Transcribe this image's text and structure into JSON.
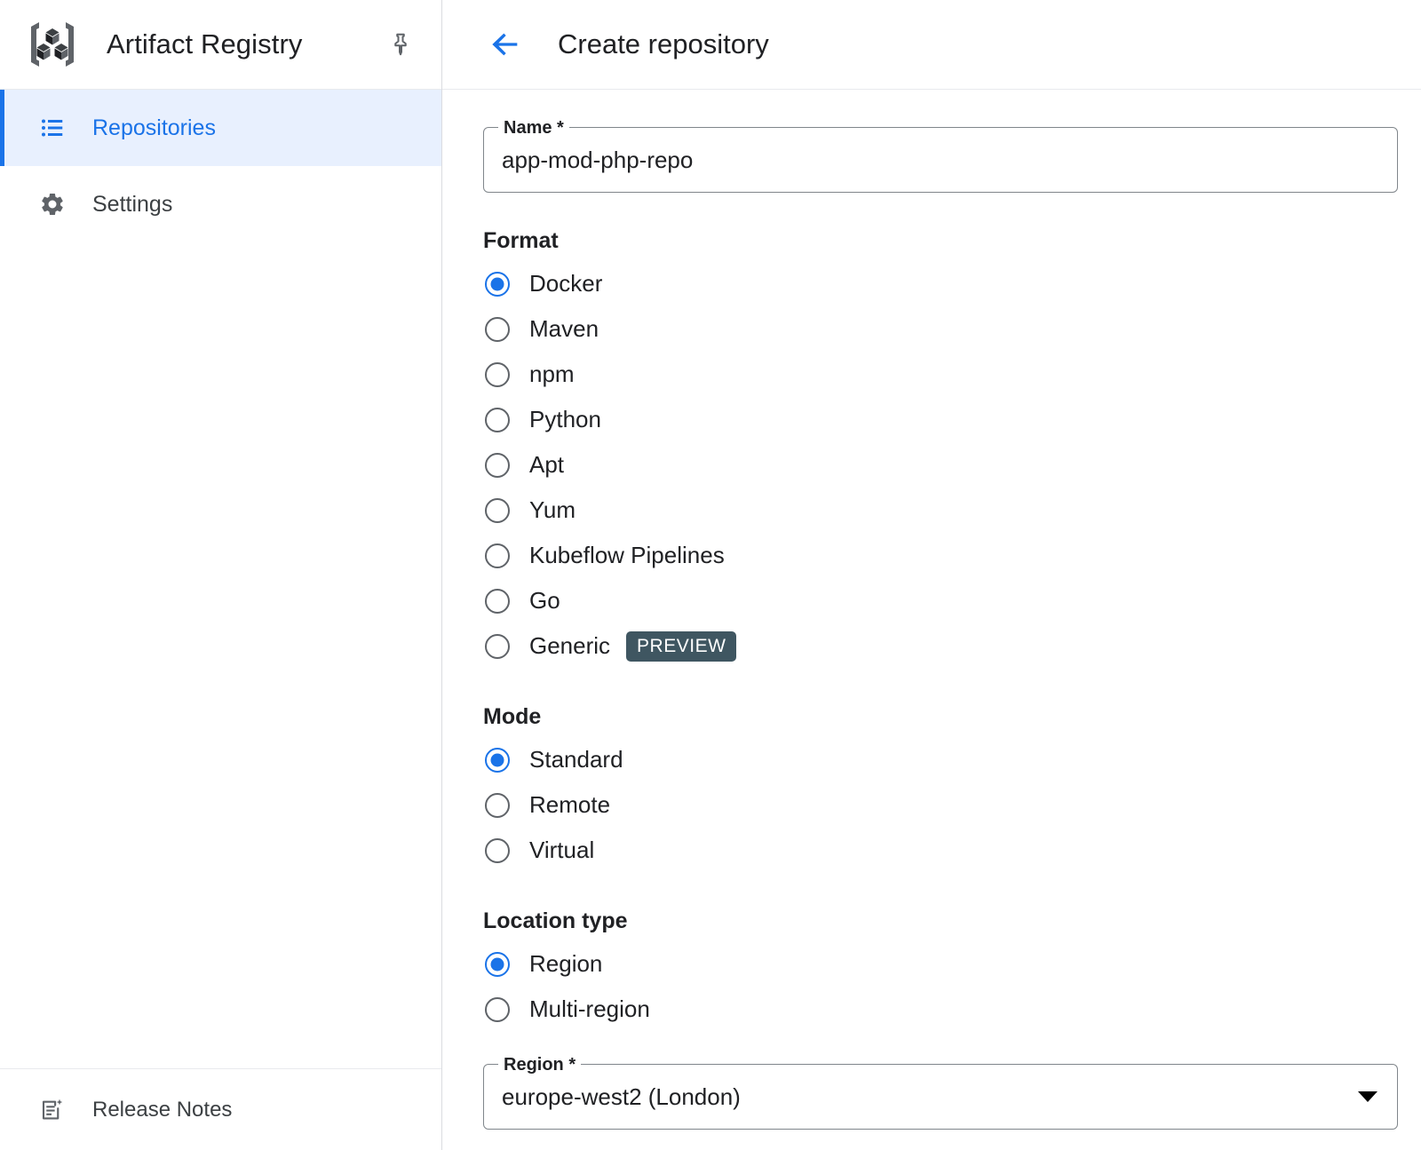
{
  "sidebar": {
    "logo_icon": "artifact-registry-logo-icon",
    "app_title": "Artifact Registry",
    "pin_icon": "pin-icon",
    "items": [
      {
        "label": "Repositories",
        "icon": "list-icon",
        "active": true
      },
      {
        "label": "Settings",
        "icon": "gear-icon",
        "active": false
      }
    ],
    "footer": {
      "label": "Release Notes",
      "icon": "release-notes-icon"
    }
  },
  "content": {
    "back_icon": "back-arrow-icon",
    "page_title": "Create repository",
    "name_field": {
      "label": "Name *",
      "value": "app-mod-php-repo",
      "placeholder": ""
    },
    "format": {
      "title": "Format",
      "selected": "Docker",
      "options": [
        {
          "label": "Docker",
          "badge": ""
        },
        {
          "label": "Maven",
          "badge": ""
        },
        {
          "label": "npm",
          "badge": ""
        },
        {
          "label": "Python",
          "badge": ""
        },
        {
          "label": "Apt",
          "badge": ""
        },
        {
          "label": "Yum",
          "badge": ""
        },
        {
          "label": "Kubeflow Pipelines",
          "badge": ""
        },
        {
          "label": "Go",
          "badge": ""
        },
        {
          "label": "Generic",
          "badge": "PREVIEW"
        }
      ]
    },
    "mode": {
      "title": "Mode",
      "selected": "Standard",
      "options": [
        {
          "label": "Standard"
        },
        {
          "label": "Remote"
        },
        {
          "label": "Virtual"
        }
      ]
    },
    "location_type": {
      "title": "Location type",
      "selected": "Region",
      "options": [
        {
          "label": "Region"
        },
        {
          "label": "Multi-region"
        }
      ]
    },
    "region_field": {
      "label": "Region *",
      "value": "europe-west2 (London)",
      "caret_icon": "chevron-down-icon"
    }
  },
  "colors": {
    "accent_blue": "#1a73e8",
    "selected_bg": "#e8f0fe",
    "badge_bg": "#3f5661",
    "text_primary": "#202124",
    "border": "#dadce0"
  }
}
